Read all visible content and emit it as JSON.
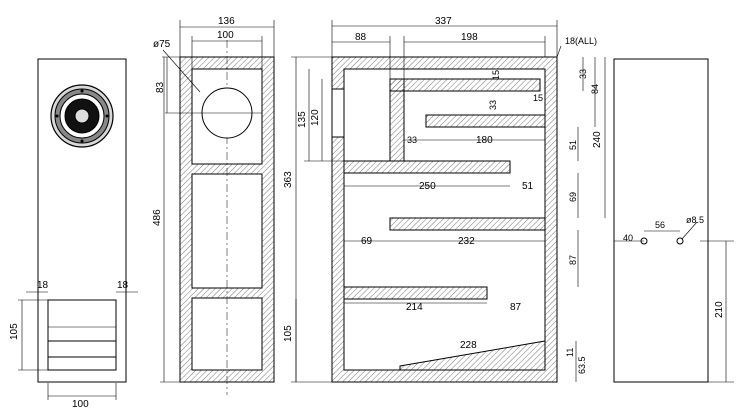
{
  "front_view": {
    "dims": {
      "height": "486",
      "side_left": "18",
      "side_right": "18",
      "port_height": "105",
      "port_width": "100"
    }
  },
  "section_view": {
    "dims": {
      "width": "136",
      "inner_width": "100",
      "driver_diameter": "ø75",
      "driver_offset": "83"
    }
  },
  "internal_view": {
    "dims": {
      "width": "337",
      "top_left": "88",
      "top_span": "198",
      "thickness_all": "18(ALL)",
      "height": "363",
      "depth_135": "135",
      "depth_120": "120",
      "t15a": "15",
      "t33a": "33",
      "t15b": "15",
      "t33b": "33",
      "len_180": "180",
      "len_250": "250",
      "len_51a": "51",
      "len_69a": "69",
      "len_232": "232",
      "len_214": "214",
      "len_87a": "87",
      "bottom_105": "105",
      "len_228": "228",
      "r33": "33",
      "r84": "84",
      "r240": "240",
      "r51": "51",
      "r69": "69",
      "r87": "87",
      "r11": "11",
      "r63_5": "63.5"
    }
  },
  "rear_view": {
    "dims": {
      "term_40": "40",
      "term_56": "56",
      "term_dia": "ø8.5",
      "term_height": "210"
    }
  },
  "colors": {
    "line": "#000000",
    "hatch": "#555555",
    "background": "#ffffff"
  }
}
